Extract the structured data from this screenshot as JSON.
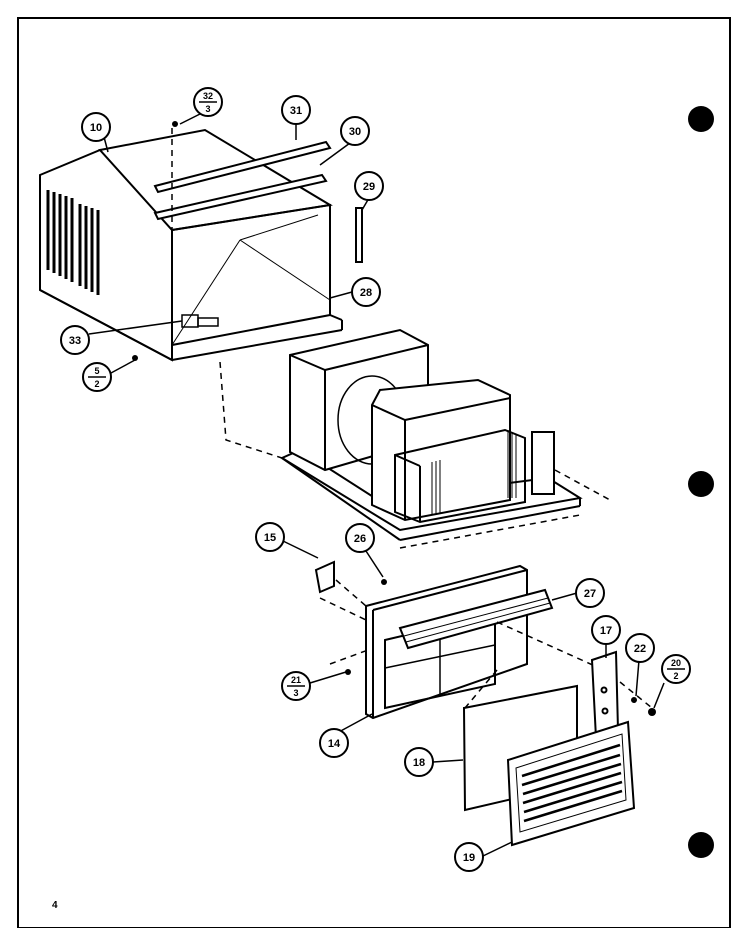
{
  "diagram": {
    "callouts": {
      "c10": "10",
      "c31": "31",
      "c30": "30",
      "c29": "29",
      "c28": "28",
      "c33": "33",
      "c26": "26",
      "c15": "15",
      "c27": "27",
      "c17": "17",
      "c22": "22",
      "c14": "14",
      "c18": "18",
      "c19": "19"
    },
    "fractions": {
      "f32": {
        "top": "32",
        "bottom": "3"
      },
      "f5": {
        "top": "5",
        "bottom": "2"
      },
      "f21": {
        "top": "21",
        "bottom": "3"
      },
      "f20": {
        "top": "20",
        "bottom": "2"
      }
    },
    "page_number": "4"
  },
  "colors": {
    "ink": "#000000",
    "paper": "#ffffff"
  }
}
